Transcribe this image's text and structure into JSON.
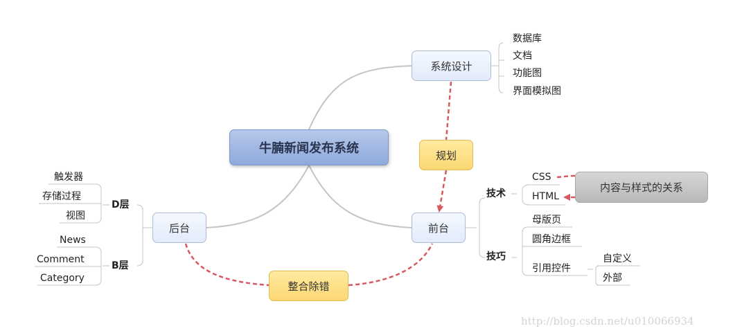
{
  "root": {
    "label": "牛腩新闻发布系统"
  },
  "system_design": {
    "label": "系统设计",
    "children": [
      "数据库",
      "文档",
      "功能图",
      "界面模拟图"
    ]
  },
  "planning": {
    "label": "规划"
  },
  "frontend": {
    "label": "前台",
    "tech": {
      "label": "技术",
      "children": [
        "CSS",
        "HTML"
      ]
    },
    "skills": {
      "label": "技巧",
      "children": [
        "母版页",
        "圆角边框",
        "引用控件"
      ],
      "control_children": [
        "自定义",
        "外部"
      ]
    }
  },
  "content_style": {
    "label": "内容与样式的关系"
  },
  "backend": {
    "label": "后台",
    "d_layer": {
      "label": "D层",
      "children": [
        "触发器",
        "存储过程",
        "视图"
      ]
    },
    "b_layer": {
      "label": "B层",
      "children": [
        "News",
        "Comment",
        "Category"
      ]
    }
  },
  "integration": {
    "label": "整合除错"
  },
  "watermark": "http://blog.csdn.net/u010066934",
  "colors": {
    "branch_line": "#c4c4c4",
    "dashed_relation": "#d9575f",
    "root_fill": "#9ab2e0",
    "topic_fill": "#e6eefc",
    "callout_fill": "#fde08a",
    "gray_fill": "#c4c4c4"
  }
}
